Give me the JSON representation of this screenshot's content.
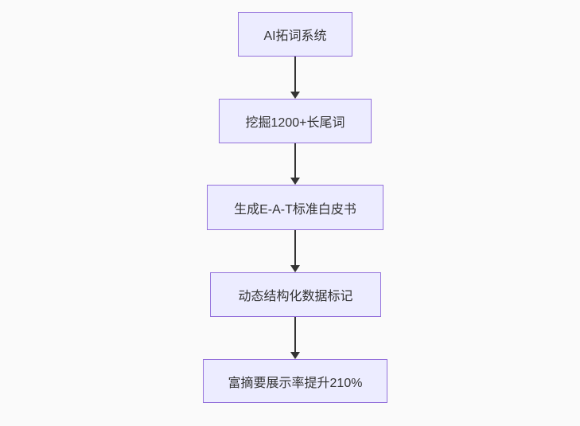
{
  "diagram": {
    "type": "flowchart",
    "direction": "top-down",
    "nodes": [
      {
        "label": "AI拓词系统"
      },
      {
        "label": "挖掘1200+长尾词"
      },
      {
        "label": "生成E-A-T标准白皮书"
      },
      {
        "label": "动态结构化数据标记"
      },
      {
        "label": "富摘要展示率提升210%"
      }
    ],
    "edges": [
      {
        "from": 0,
        "to": 1
      },
      {
        "from": 1,
        "to": 2
      },
      {
        "from": 2,
        "to": 3
      },
      {
        "from": 3,
        "to": 4
      }
    ],
    "colors": {
      "node_fill": "#ECECFF",
      "node_border": "#9370DB",
      "node_text": "#333333",
      "arrow": "#333333",
      "background": "#FAFAFA"
    }
  }
}
